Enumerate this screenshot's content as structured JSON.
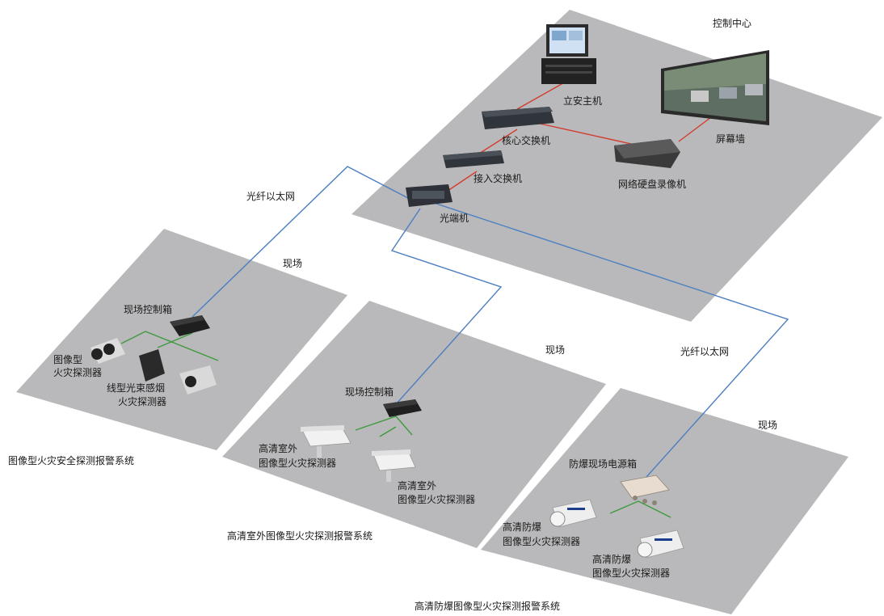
{
  "control_center": {
    "title": "控制中心",
    "workstation": "立安主机",
    "video_wall": "屏幕墙",
    "core_switch": "核心交换机",
    "access_switch": "接入交换机",
    "nvr": "网络硬盘录像机",
    "optical_terminal": "光端机"
  },
  "network": {
    "fiber_label_left": "光纤以太网",
    "fiber_label_right": "光纤以太网"
  },
  "site_a": {
    "site_label": "现场",
    "control_box": "现场控制箱",
    "detector_image_l1": "图像型",
    "detector_image_l2": "火灾探测器",
    "detector_beam_l1": "线型光束感烟",
    "detector_beam_l2": "火灾探测器",
    "system_title": "图像型火灾安全探测报警系统"
  },
  "site_b": {
    "site_label": "现场",
    "control_box": "现场控制箱",
    "cam1_l1": "高清室外",
    "cam1_l2": "图像型火灾探测器",
    "cam2_l1": "高清室外",
    "cam2_l2": "图像型火灾探测器",
    "system_title": "高清室外图像型火灾探测报警系统"
  },
  "site_c": {
    "site_label": "现场",
    "power_box": "防爆现场电源箱",
    "cam1_l1": "高清防爆",
    "cam1_l2": "图像型火灾探测器",
    "cam2_l1": "高清防爆",
    "cam2_l2": "图像型火灾探测器",
    "system_title": "高清防爆图像型火灾探测报警系统"
  },
  "colors": {
    "platform": "#b9b9bb",
    "fiber_line": "#4a7fc1",
    "ethernet_line": "#d43b2e",
    "field_line": "#3e9a3e"
  }
}
